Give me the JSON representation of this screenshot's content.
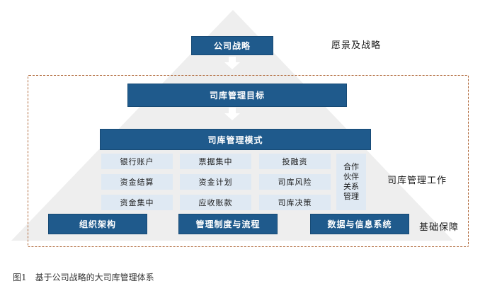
{
  "strategy": {
    "label": "公司战略",
    "side_label": "愿景及战略"
  },
  "goal": {
    "label": "司库管理目标"
  },
  "mode": {
    "label": "司库管理模式"
  },
  "work": {
    "side_label": "司库管理工作",
    "grid": [
      [
        "银行账户",
        "票据集中",
        "投融资"
      ],
      [
        "资金结算",
        "资金计划",
        "司库风险"
      ],
      [
        "资金集中",
        "应收账款",
        "司库决策"
      ]
    ],
    "tall_box": [
      "合作",
      "伙伴",
      "关系",
      "管理"
    ]
  },
  "foundation": {
    "side_label": "基础保障",
    "items": [
      "组织架构",
      "管理制度与流程",
      "数据与信息系统"
    ]
  },
  "caption": "图1　基于公司战略的大司库管理体系",
  "colors": {
    "dark_blue": "#1f5a8c",
    "light_blue": "#dfe9f3",
    "pyramid": "#eeeeee",
    "dashed_border": "#b0683a"
  }
}
